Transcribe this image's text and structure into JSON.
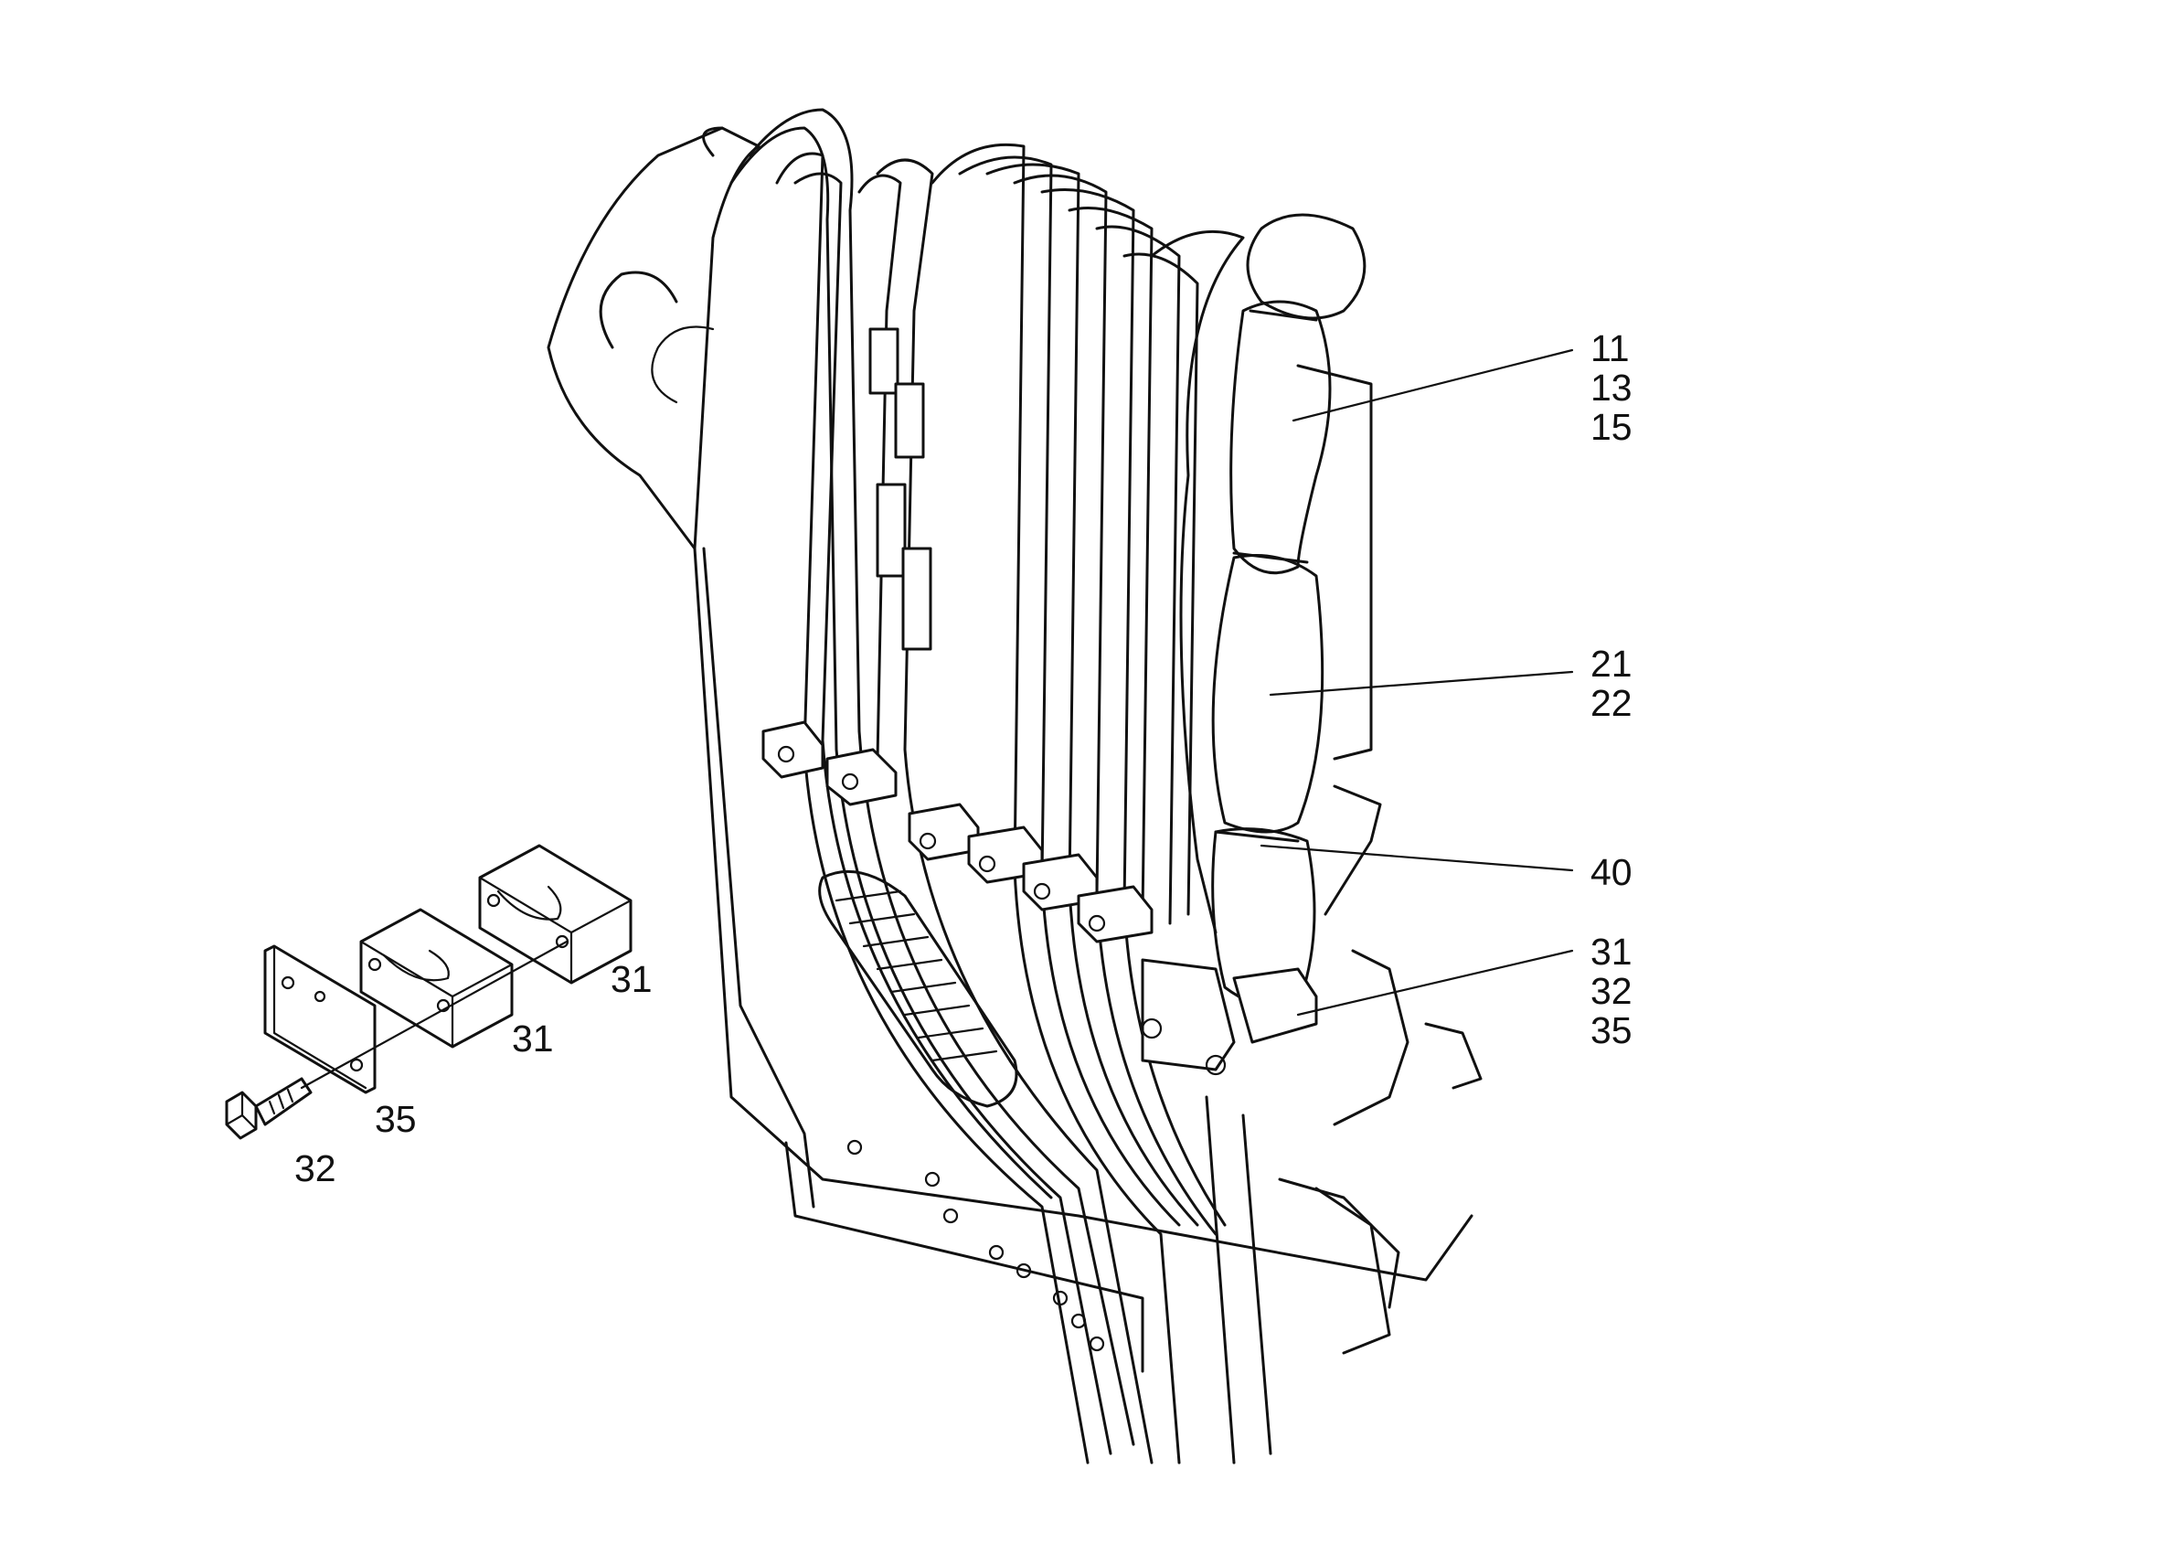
{
  "callouts": {
    "c_11_13_15": [
      "11",
      "13",
      "15"
    ],
    "c_21_22": [
      "21",
      "22"
    ],
    "c_40": [
      "40"
    ],
    "c_31_32_35": [
      "31",
      "32",
      "35"
    ]
  },
  "detail_labels": {
    "clamp_upper": "31",
    "clamp_lower": "31",
    "plate": "35",
    "bolt": "32"
  },
  "colors": {
    "line": "#111111",
    "background": "#ffffff"
  }
}
